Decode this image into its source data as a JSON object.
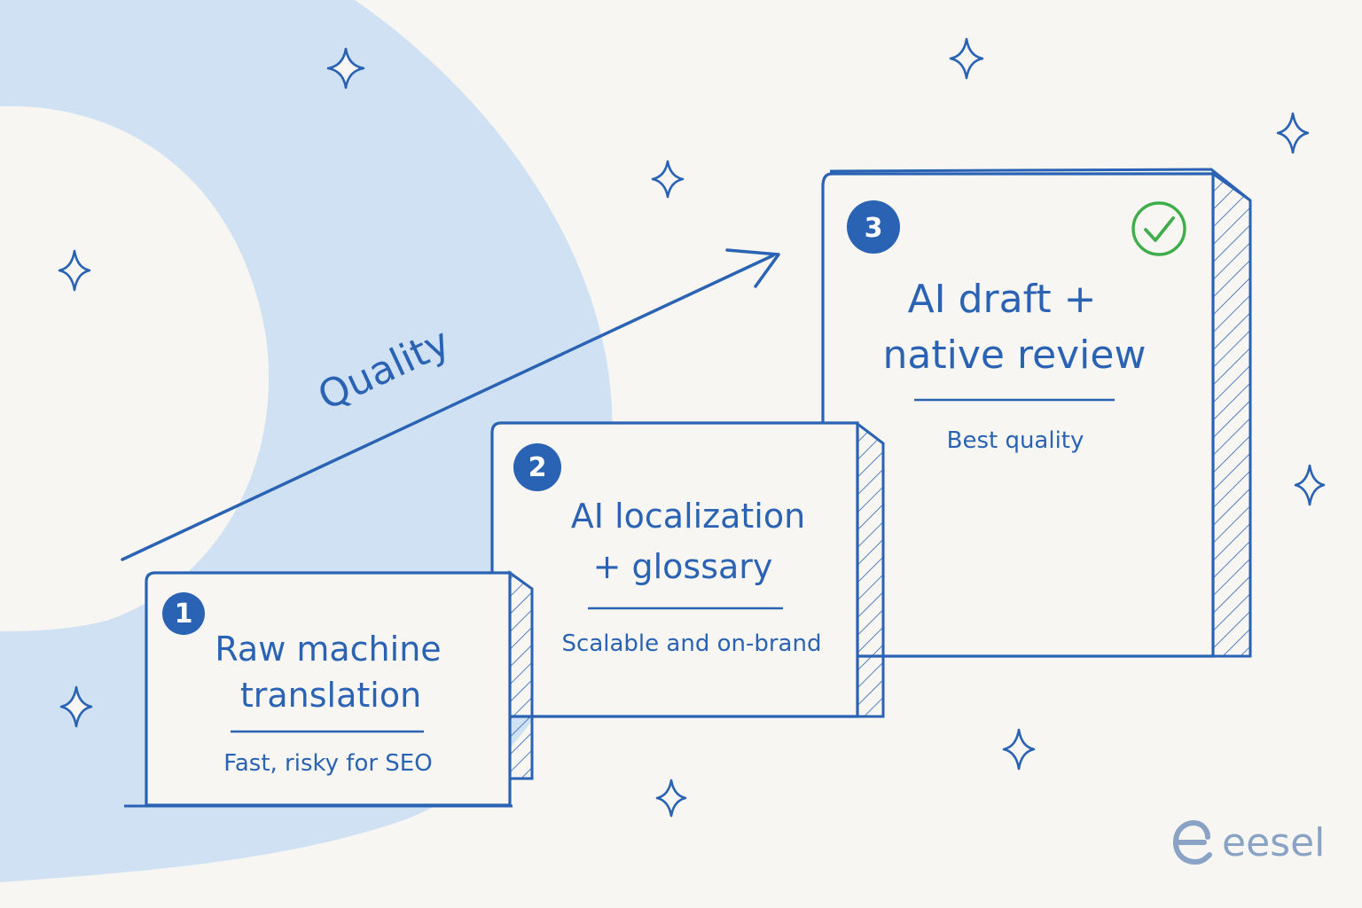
{
  "arrow": {
    "label": "Quality"
  },
  "steps": [
    {
      "number": "1",
      "title_line1": "Raw machine",
      "title_line2": "translation",
      "note": "Fast, risky for SEO"
    },
    {
      "number": "2",
      "title_line1": "AI localization",
      "title_line2": "+ glossary",
      "note": "Scalable and on-brand"
    },
    {
      "number": "3",
      "title_line1": "AI draft +",
      "title_line2": "native review",
      "note": "Best quality"
    }
  ],
  "brand": {
    "name": "eesel"
  },
  "colors": {
    "ink": "#2a63b3",
    "background": "#f7f6f2",
    "backdrop_blue": "#cfe1f3",
    "check_green": "#3fae4a",
    "brand_gray": "#8aa2c4"
  },
  "icons": [
    "sparkle-icon",
    "check-circle-icon",
    "eesel-logo-icon",
    "arrow-up-right-icon"
  ]
}
